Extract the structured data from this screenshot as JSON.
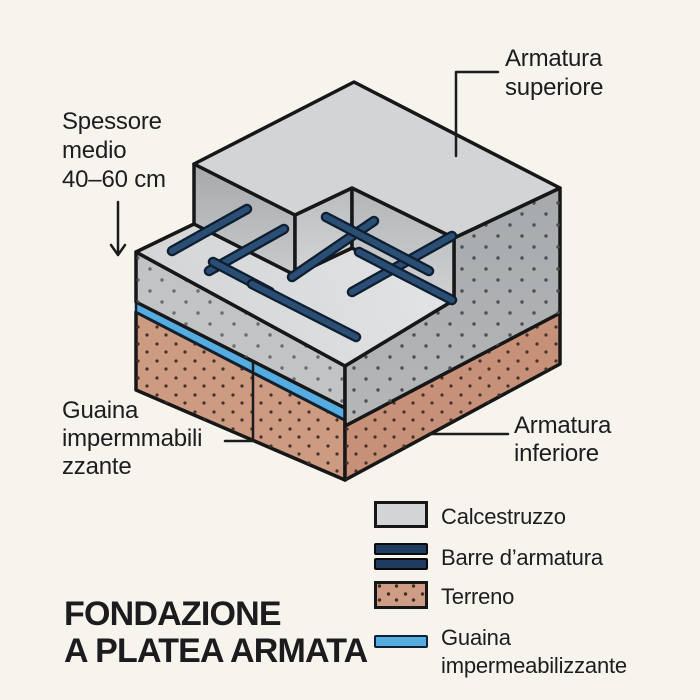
{
  "title": {
    "line1": "FONDAZIONE",
    "line2": "A PLATEA ARMATA"
  },
  "labels": {
    "armatura_superiore": {
      "line1": "Armatura",
      "line2": "superiore"
    },
    "spessore_medio": {
      "line1": "Spessore",
      "line2": "medio",
      "line3": "40–60 cm"
    },
    "guaina": {
      "line1": "Guaina",
      "line2": "impermmabili",
      "line3": "zzante"
    },
    "armatura_inferiore": {
      "line1": "Armatura",
      "line2": "inferiore"
    }
  },
  "legend": {
    "items": [
      {
        "key": "calcestruzzo",
        "label": "Calcestruzzo",
        "swatch": "concrete-gray"
      },
      {
        "key": "barre_armatura",
        "label": "Barre d’armatura",
        "swatch": "rebar-navy-bars"
      },
      {
        "key": "terreno",
        "label": "Terreno",
        "swatch": "soil-dotted"
      },
      {
        "key": "guaina",
        "label_line1": "Guaina",
        "label_line2": "impermeabilizzante",
        "swatch": "membrane-blue-bar"
      }
    ]
  },
  "colors": {
    "background": "#f7f4ee",
    "outline": "#171717",
    "concrete_top": "#d2d4d6",
    "concrete_face_left": "#b0b3b5",
    "concrete_face_right": "#a9acae",
    "ledge_surface": "#dcdee0",
    "concrete_speckle": "#4c4f52",
    "soil": "#cb977f",
    "soil_speckle": "#42332a",
    "membrane_blue": "#54ace0",
    "rebar_fill": "#2a4e74",
    "rebar_outline": "#0e1e30",
    "legend_rebar": "#1e3c60",
    "text": "#1d1d1f"
  },
  "diagram": {
    "rebar_bars": [
      [
        172,
        251,
        247,
        209
      ],
      [
        209,
        271,
        284,
        229
      ],
      [
        292,
        277,
        374,
        221
      ],
      [
        352,
        292,
        452,
        236
      ],
      [
        213,
        262,
        270,
        292
      ],
      [
        252,
        284,
        356,
        337
      ],
      [
        326,
        217,
        429,
        271
      ],
      [
        359,
        252,
        452,
        300
      ]
    ]
  }
}
